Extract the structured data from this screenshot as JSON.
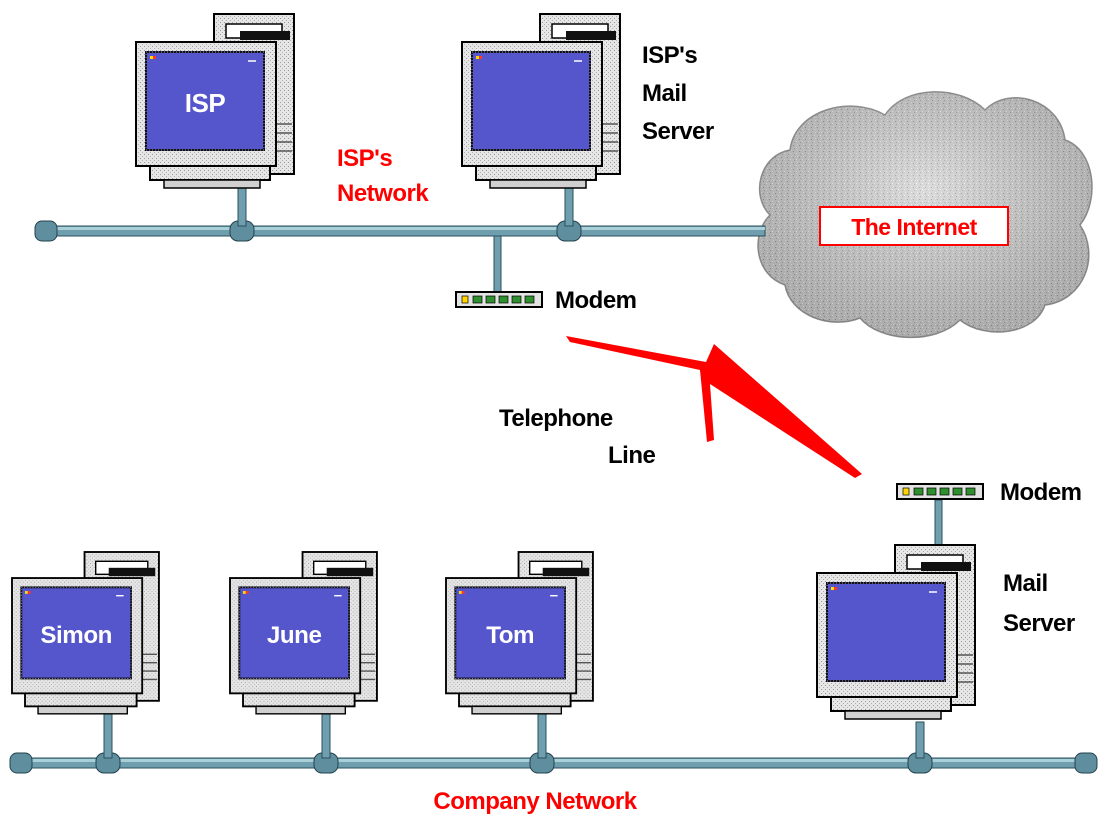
{
  "colors": {
    "network_label": "#ff0000",
    "text": "#000000",
    "cable": "#6f9fae",
    "screen": "#5555cc",
    "telephone_line": "#ff0000",
    "cloud": "#c4c4c4"
  },
  "computers": {
    "isp": {
      "screen_text": "ISP"
    },
    "isp_mail": {
      "screen_text": ""
    },
    "simon": {
      "screen_text": "Simon"
    },
    "june": {
      "screen_text": "June"
    },
    "tom": {
      "screen_text": "Tom"
    },
    "mail_server": {
      "screen_text": ""
    }
  },
  "labels": {
    "isp_mail_server": [
      "ISP's",
      "Mail",
      "Server"
    ],
    "isp_network": [
      "ISP's",
      "Network"
    ],
    "internet": "The Internet",
    "isp_modem": "Modem",
    "telephone_line": [
      "Telephone",
      "Line"
    ],
    "company_modem": "Modem",
    "mail_server": [
      "Mail",
      "Server"
    ],
    "company_network": "Company Network"
  },
  "icons": [
    "computer-icon",
    "modem-icon",
    "cloud-icon",
    "lightning-line-icon",
    "network-connector-icon"
  ]
}
